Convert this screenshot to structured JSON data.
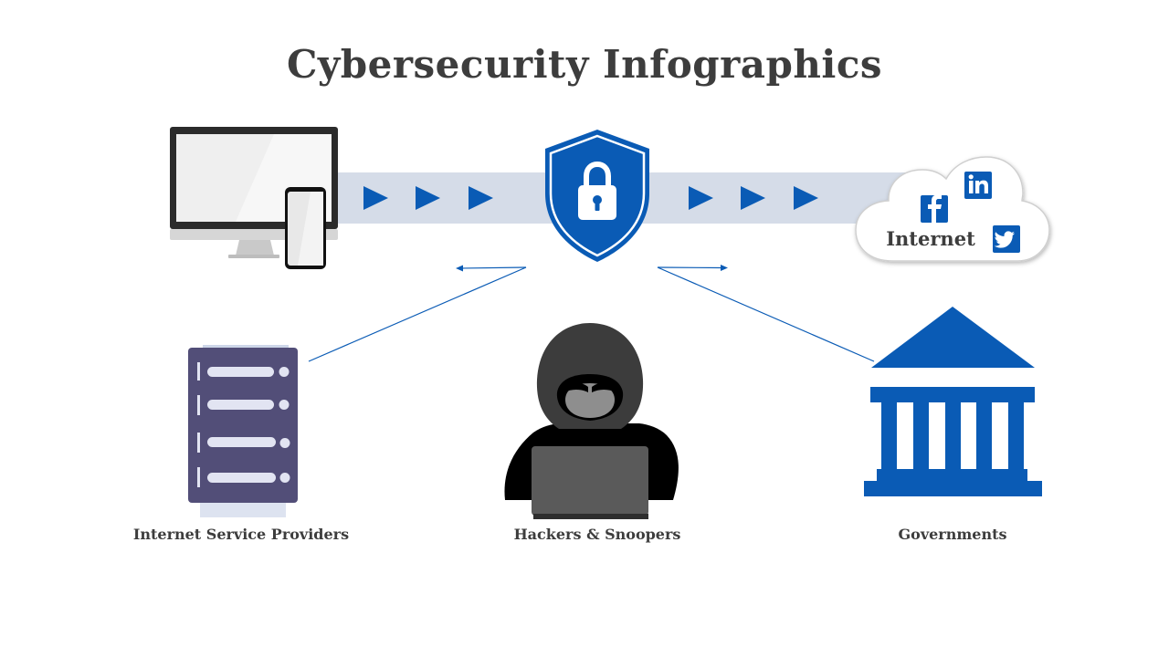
{
  "title": "Cybersecurity Infographics",
  "cloud_label": "Internet",
  "labels": {
    "isp": "Internet Service Providers",
    "hackers": "Hackers & Snoopers",
    "governments": "Governments"
  },
  "social_icons": [
    "facebook-icon",
    "linkedin-icon",
    "twitter-icon"
  ],
  "colors": {
    "accent_blue": "#0a5bb5",
    "band": "#d5dce8",
    "server": "#524e78",
    "title": "#3d3d3d"
  }
}
